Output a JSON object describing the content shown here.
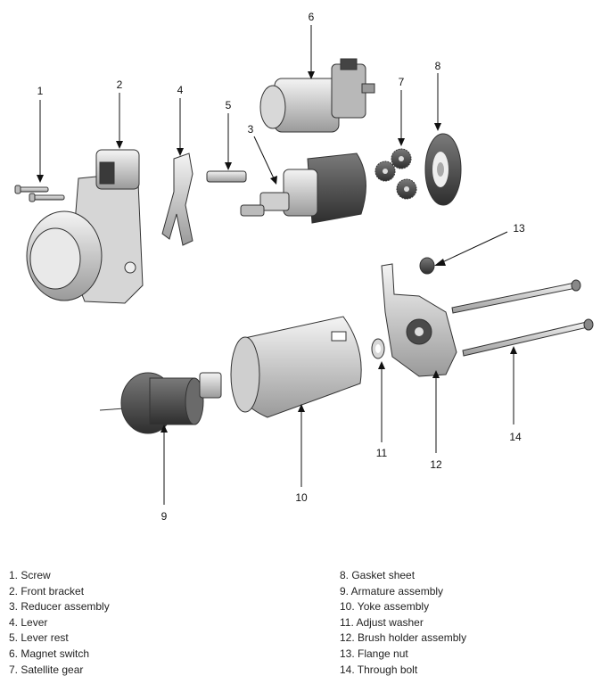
{
  "callouts": [
    "1",
    "2",
    "3",
    "4",
    "5",
    "6",
    "7",
    "8",
    "9",
    "10",
    "11",
    "12",
    "13",
    "14"
  ],
  "legend": {
    "left": [
      "1. Screw",
      "2. Front bracket",
      "3. Reducer assembly",
      "4. Lever",
      "5. Lever rest",
      "6. Magnet switch",
      "7. Satellite gear"
    ],
    "right": [
      "8. Gasket sheet",
      "9. Armature assembly",
      "10. Yoke assembly",
      "11. Adjust washer",
      "12. Brush holder assembly",
      "13. Flange nut",
      "14. Through bolt"
    ]
  }
}
